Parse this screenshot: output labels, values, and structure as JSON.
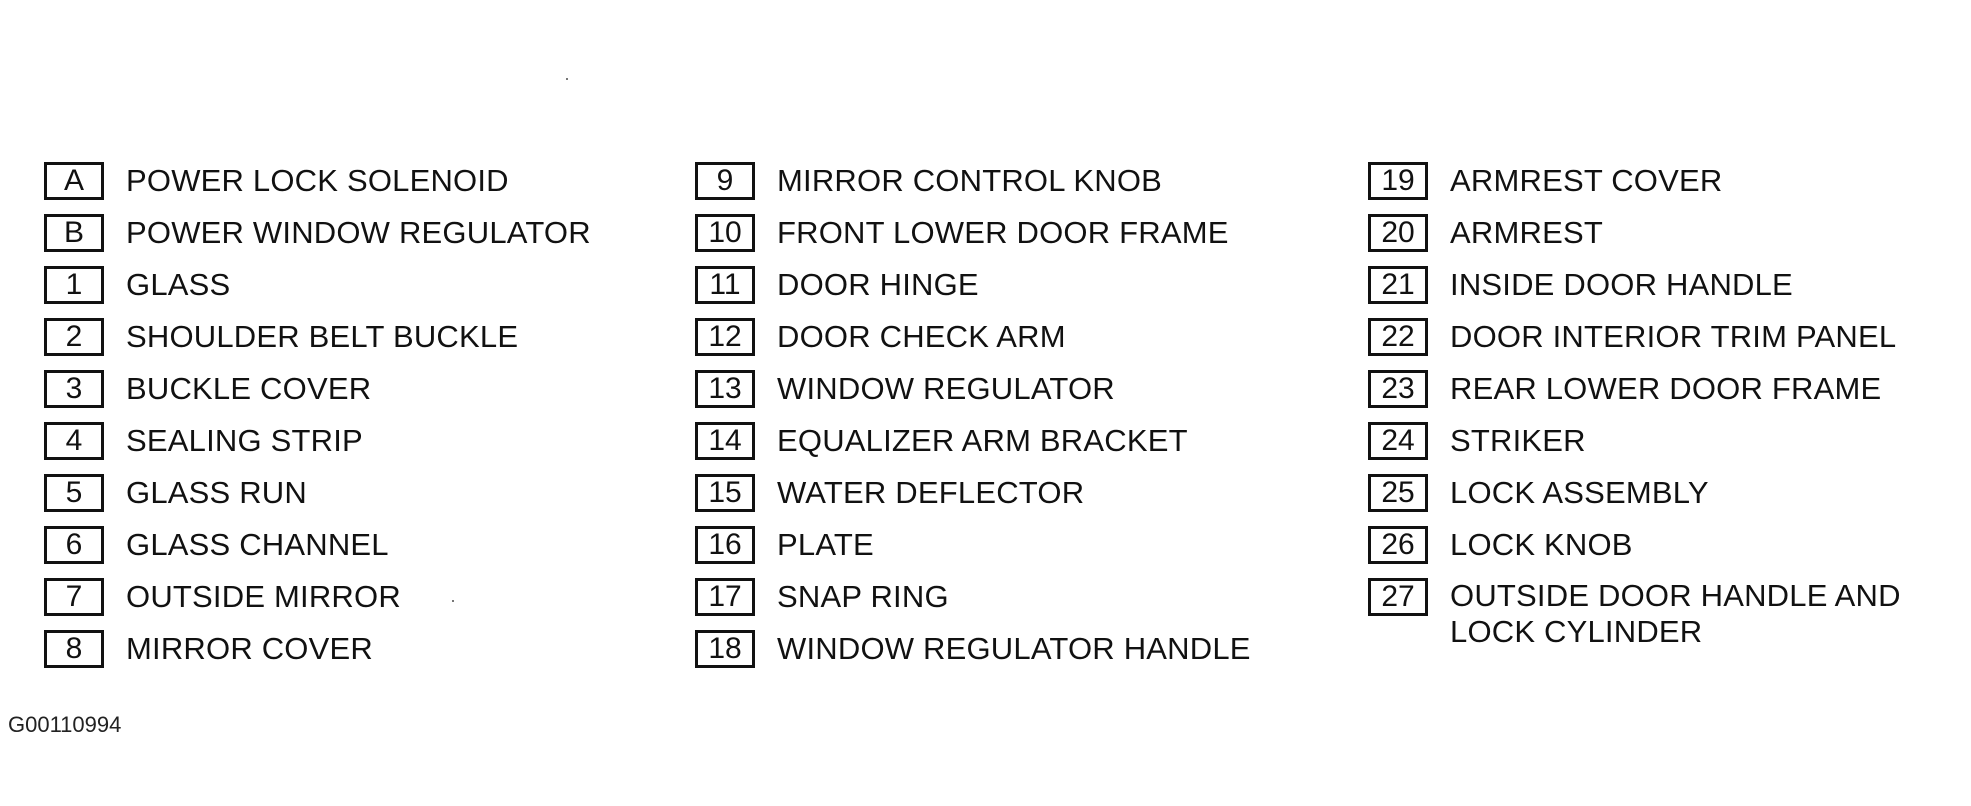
{
  "legend": {
    "columns": [
      {
        "items": [
          {
            "key": "A",
            "label": "POWER LOCK SOLENOID"
          },
          {
            "key": "B",
            "label": "POWER WINDOW REGULATOR"
          },
          {
            "key": "1",
            "label": "GLASS"
          },
          {
            "key": "2",
            "label": "SHOULDER BELT BUCKLE"
          },
          {
            "key": "3",
            "label": "BUCKLE COVER"
          },
          {
            "key": "4",
            "label": "SEALING STRIP"
          },
          {
            "key": "5",
            "label": "GLASS RUN"
          },
          {
            "key": "6",
            "label": "GLASS CHANNEL"
          },
          {
            "key": "7",
            "label": "OUTSIDE MIRROR"
          },
          {
            "key": "8",
            "label": "MIRROR COVER"
          }
        ]
      },
      {
        "items": [
          {
            "key": "9",
            "label": "MIRROR CONTROL KNOB"
          },
          {
            "key": "10",
            "label": "FRONT LOWER DOOR FRAME"
          },
          {
            "key": "11",
            "label": "DOOR HINGE"
          },
          {
            "key": "12",
            "label": "DOOR CHECK ARM"
          },
          {
            "key": "13",
            "label": "WINDOW REGULATOR"
          },
          {
            "key": "14",
            "label": "EQUALIZER ARM BRACKET"
          },
          {
            "key": "15",
            "label": "WATER DEFLECTOR"
          },
          {
            "key": "16",
            "label": "PLATE"
          },
          {
            "key": "17",
            "label": "SNAP RING"
          },
          {
            "key": "18",
            "label": "WINDOW REGULATOR HANDLE"
          }
        ]
      },
      {
        "items": [
          {
            "key": "19",
            "label": "ARMREST COVER"
          },
          {
            "key": "20",
            "label": "ARMREST"
          },
          {
            "key": "21",
            "label": "INSIDE DOOR HANDLE"
          },
          {
            "key": "22",
            "label": "DOOR INTERIOR TRIM PANEL"
          },
          {
            "key": "23",
            "label": "REAR LOWER DOOR FRAME"
          },
          {
            "key": "24",
            "label": "STRIKER"
          },
          {
            "key": "25",
            "label": "LOCK ASSEMBLY"
          },
          {
            "key": "26",
            "label": "LOCK KNOB"
          },
          {
            "key": "27",
            "label": "OUTSIDE DOOR HANDLE AND\nLOCK CYLINDER"
          }
        ]
      }
    ]
  },
  "figure_id": "G00110994"
}
